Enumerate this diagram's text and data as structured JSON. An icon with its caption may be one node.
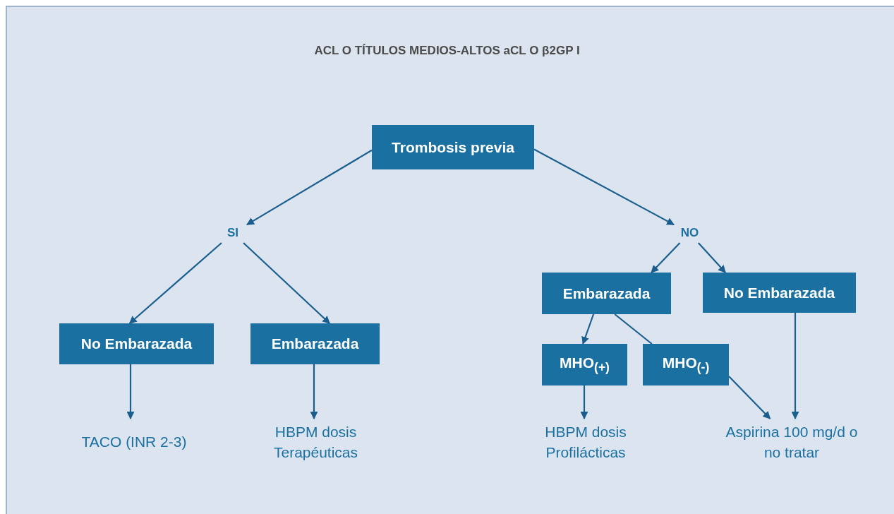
{
  "diagram": {
    "title": "ACL O TÍTULOS MEDIOS-ALTOS aCL O β2GP I",
    "nodes": [
      {
        "text": [
          "Trombosis previa"
        ]
      },
      {
        "text": [
          "SI"
        ]
      },
      {
        "text": [
          "NO"
        ]
      },
      {
        "text": [
          "No Embarazada"
        ]
      },
      {
        "text": [
          "Embarazada"
        ]
      },
      {
        "text": [
          "Embarazada"
        ]
      },
      {
        "text": [
          "No Embarazada"
        ]
      },
      {
        "text": [
          "MHO$_{(+)}$"
        ]
      },
      {
        "text": [
          "MHO$_{(-)}$"
        ]
      },
      {
        "text": [
          "TACO (INR 2-3)"
        ]
      },
      {
        "text": [
          "HBPM dosis Terapéuticas"
        ]
      },
      {
        "text": [
          "HBPM dosis Profilácticas"
        ]
      },
      {
        "text": [
          "Aspirina 100 mg/d o no tratar"
        ]
      }
    ],
    "edges": [
      {
        "from": 0,
        "to": 1,
        "arrow": "to"
      },
      {
        "from": 0,
        "to": 2,
        "arrow": "to"
      },
      {
        "from": 1,
        "to": 3,
        "arrow": "to"
      },
      {
        "from": 1,
        "to": 4,
        "arrow": "to"
      },
      {
        "from": 2,
        "to": 5,
        "arrow": "to"
      },
      {
        "from": 2,
        "to": 6,
        "arrow": "to"
      },
      {
        "from": 3,
        "to": 9,
        "arrow": "to"
      },
      {
        "from": 4,
        "to": 10,
        "arrow": "to"
      },
      {
        "from": 5,
        "to": 7,
        "arrow": "to"
      },
      {
        "from": 5,
        "to": 8,
        "arrow": "none"
      },
      {
        "from": 7,
        "to": 11,
        "arrow": "to"
      },
      {
        "from": 8,
        "to": 12,
        "arrow": "to"
      },
      {
        "from": 6,
        "to": 12,
        "arrow": "to"
      }
    ]
  }
}
